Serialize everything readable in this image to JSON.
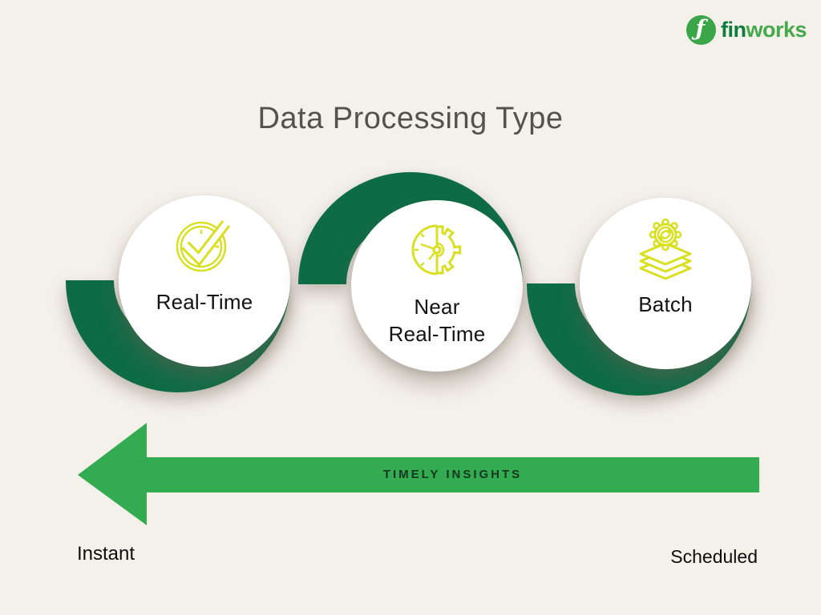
{
  "title": "Data Processing Type",
  "logo": {
    "brand_prefix": "fin",
    "brand_suffix": "works",
    "glyph": "ƒ",
    "icon": "finworks-logo-icon"
  },
  "units": [
    {
      "lines": [
        "Real-Time"
      ],
      "icon": "clock-check-icon",
      "ring_position": "bottom"
    },
    {
      "lines": [
        "Near",
        "Real-Time"
      ],
      "icon": "clock-gear-icon",
      "ring_position": "top"
    },
    {
      "lines": [
        "Batch"
      ],
      "icon": "layers-gear-icon",
      "ring_position": "bottom"
    }
  ],
  "arrow": {
    "label": "TIMELY INSIGHTS",
    "direction": "left"
  },
  "endpoints": {
    "left": "Instant",
    "right": "Scheduled"
  },
  "colors": {
    "background": "#f4f0ea",
    "ring": "#0e6c45",
    "bubble": "#ffffff",
    "icon": "#d9e021",
    "arrow": "#33ab50",
    "arrow_text": "#15371f",
    "title_text": "#55524d",
    "label_text": "#131313",
    "endpoint_text": "#0d0d0d",
    "logo_dark": "#0f7c3d",
    "logo_light": "#45a94c",
    "logo_icon_bg": "#3aa648"
  }
}
